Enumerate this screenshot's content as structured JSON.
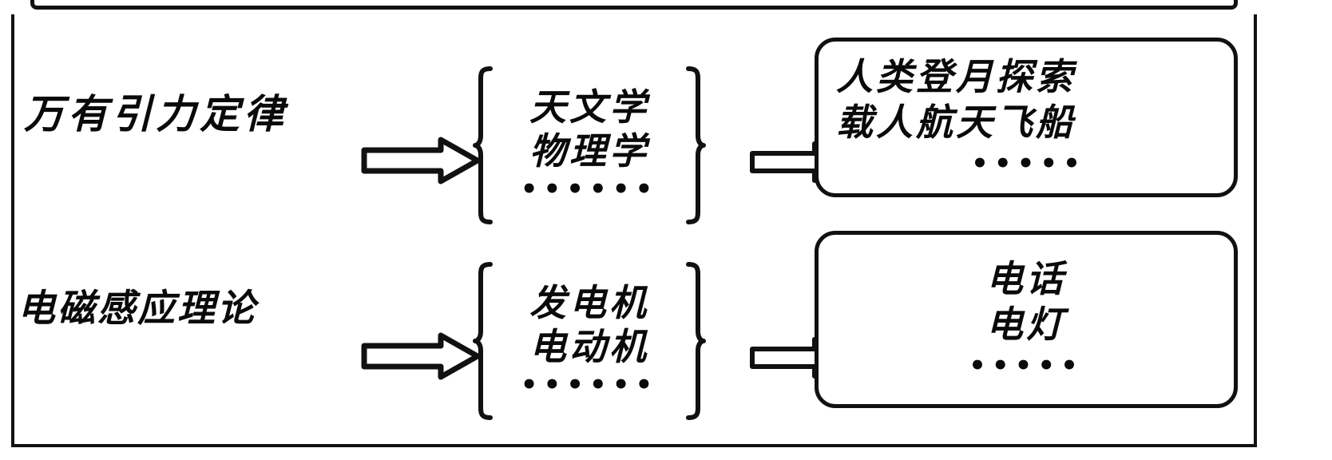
{
  "diagram": {
    "type": "flow-diagram",
    "ellipsis": "……",
    "top_partial_box": {
      "label": ""
    },
    "rows": [
      {
        "source": "万有引力定律",
        "arrow1": "block-arrow-right",
        "brace_open": "{",
        "brace_close": "}",
        "disciplines": [
          "天文学",
          "物理学"
        ],
        "discipline_ellipsis": "••••••",
        "arrow2": "block-arrow-right",
        "outcomes": [
          "人类登月探索",
          "载人航天飞船"
        ],
        "outcome_ellipsis": "•••••"
      },
      {
        "source": "电磁感应理论",
        "arrow1": "block-arrow-right",
        "brace_open": "{",
        "brace_close": "}",
        "disciplines": [
          "发电机",
          "电动机"
        ],
        "discipline_ellipsis": "••••••",
        "arrow2": "block-arrow-right",
        "outcomes": [
          "电话",
          "电灯"
        ],
        "outcome_ellipsis": "•••••"
      }
    ]
  },
  "colors": {
    "ink": "#111111",
    "background": "#ffffff"
  }
}
